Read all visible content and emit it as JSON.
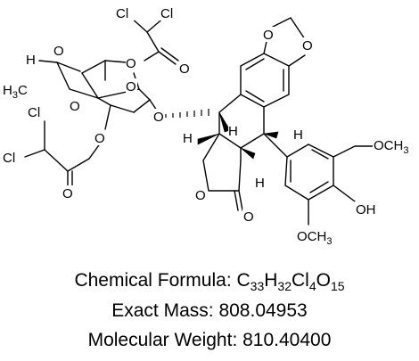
{
  "structure": {
    "atoms": {
      "cl_1": "Cl",
      "cl_2": "Cl",
      "cl_3": "Cl",
      "cl_4": "Cl",
      "o_ester_top": "O",
      "o_carbonyl_top": "O",
      "o_ring_sugar_a": "O",
      "o_ring_sugar_b": "O",
      "o_ring_sugar_c": "O",
      "o_ester_left": "O",
      "o_carbonyl_left": "O",
      "o_glycoside": "O",
      "o_dioxole_1": "O",
      "o_dioxole_2": "O",
      "o_lactone_ring": "O",
      "o_lactone_carbonyl": "O",
      "o_hydroxy": "OH",
      "h_acetal": "H",
      "h_c4": "H",
      "h_c3": "H",
      "h_c2": "H",
      "h_c1": "H",
      "methyl_prefix": "H",
      "methyl_subscript": "3",
      "methyl_suffix": "C",
      "methoxy_top_prefix": "OCH",
      "methoxy_top_subscript": "3",
      "methoxy_bottom_prefix": "OCH",
      "methoxy_bottom_subscript": "3"
    }
  },
  "caption": {
    "formula_label": "Chemical Formula: ",
    "formula_parts": [
      {
        "t": "C"
      },
      {
        "sub": "33"
      },
      {
        "t": "H"
      },
      {
        "sub": "32"
      },
      {
        "t": "Cl"
      },
      {
        "sub": "4"
      },
      {
        "t": "O"
      },
      {
        "sub": "15"
      }
    ],
    "exact_mass_label": "Exact Mass: ",
    "exact_mass_value": "808.04953",
    "molecular_weight_label": "Molecular Weight: ",
    "molecular_weight_value": "810.40400"
  }
}
